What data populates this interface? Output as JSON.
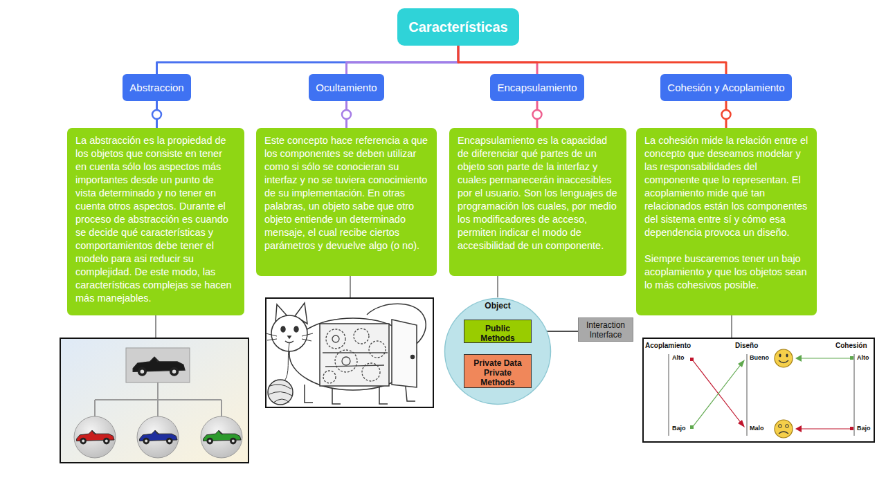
{
  "diagram": {
    "nodes": [
      {
        "text": [
          "Características"
        ]
      },
      {
        "text": [
          "Abstraccion"
        ]
      },
      {
        "text": [
          "Ocultamiento"
        ]
      },
      {
        "text": [
          "Encapsulamiento"
        ]
      },
      {
        "text": [
          "Cohesión y Acoplamiento"
        ]
      },
      {
        "text": [
          "La abstracción es la propiedad de los objetos que consiste en tener en cuenta sólo los aspectos más importantes desde un punto de vista determinado y no tener en cuenta otros aspectos. Durante el proceso de abstracción es cuando se decide qué características y comportamientos debe tener el modelo para asi reducir su complejidad. De este modo, las características complejas se hacen más manejables."
        ]
      },
      {
        "text": [
          "Este concepto hace referencia a que los componentes se deben utilizar como si sólo se conocieran su interfaz y no se tuviera conocimiento de su implementación. En otras palabras, un objeto sabe que otro objeto entiende un determinado mensaje, el cual recibe ciertos parámetros y devuelve algo (o no)."
        ]
      },
      {
        "text": [
          "Encapsulamiento es la capacidad de diferenciar qué partes de un objeto son parte de la interfaz y cuales permanecerán inaccesibles por el usuario. Son los lenguajes de programación los cuales, por medio los modificadores de acceso, permiten indicar el modo de accesibilidad de un componente."
        ]
      },
      {
        "text": [
          "La cohesión mide la relación entre el concepto que deseamos modelar y las responsabilidades del componente que lo representan. El acoplamiento mide qué tan relacionados están los componentes del sistema entre sí y cómo esa dependencia provoca un diseño.",
          "Siempre buscaremos tener un bajo acoplamiento y que los objetos sean lo más cohesivos posible."
        ]
      },
      {
        "text": [
          "Object"
        ]
      },
      {
        "text": [
          "Public Methods"
        ],
        "in": 9
      },
      {
        "text": [
          "Private Data Private Methods"
        ],
        "in": 9
      },
      {
        "text": [
          "Interaction Interface"
        ]
      }
    ],
    "edges": [
      {
        "from": 0,
        "to": 1,
        "arrow": "none"
      },
      {
        "from": 0,
        "to": 2,
        "arrow": "none"
      },
      {
        "from": 0,
        "to": 3,
        "arrow": "none"
      },
      {
        "from": 0,
        "to": 4,
        "arrow": "none"
      },
      {
        "from": 1,
        "to": 5,
        "arrow": "none"
      },
      {
        "from": 2,
        "to": 6,
        "arrow": "none"
      },
      {
        "from": 3,
        "to": 7,
        "arrow": "none"
      },
      {
        "from": 4,
        "to": 8,
        "arrow": "none"
      },
      {
        "from": 7,
        "to": 9,
        "arrow": "none"
      },
      {
        "from": 12,
        "to": 10,
        "arrow": "to"
      },
      {
        "from": 10,
        "to": 11,
        "arrow": "to"
      },
      {
        "from": 11,
        "to": 10,
        "arrow": "to"
      }
    ],
    "labels": [
      "Acoplamiento",
      "Diseño",
      "Cohesión",
      "Alto",
      "Bueno",
      "Alto",
      "Bajo",
      "Malo",
      "Bajo"
    ]
  }
}
